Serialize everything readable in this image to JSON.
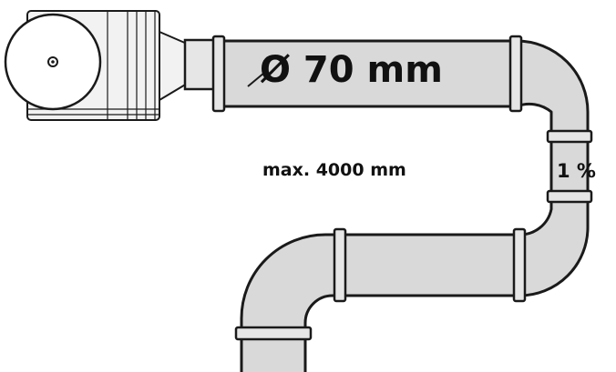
{
  "diagram": {
    "pipe_diameter_label": "Ø 70 mm",
    "max_length_label": "max. 4000 mm",
    "slope_label": "1 %"
  },
  "colors": {
    "pipe_fill": "#d9d9d9",
    "outline": "#1a1a1a",
    "background": "#ffffff"
  }
}
